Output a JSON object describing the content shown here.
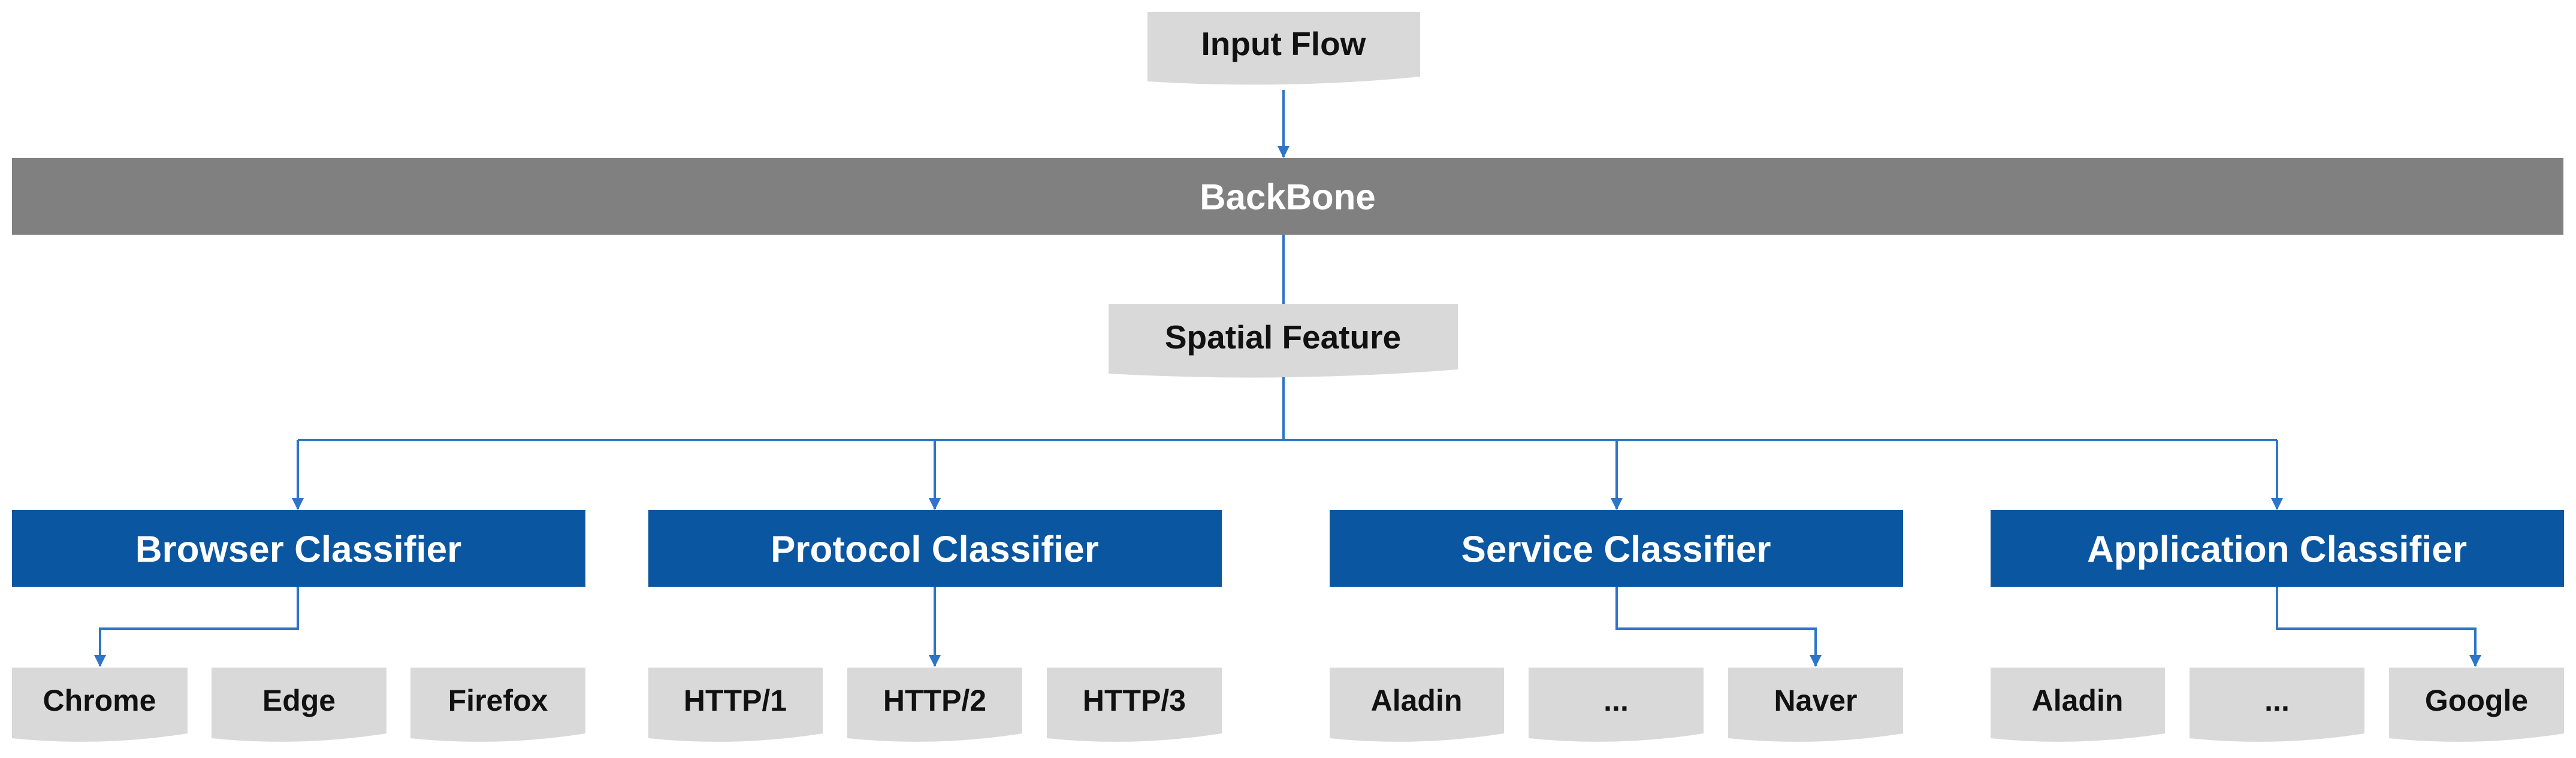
{
  "input": "Input Flow",
  "backbone": "BackBone",
  "feature": "Spatial Feature",
  "classifiers": [
    {
      "label": "Browser Classifier",
      "outputs": [
        "Chrome",
        "Edge",
        "Firefox"
      ]
    },
    {
      "label": "Protocol Classifier",
      "outputs": [
        "HTTP/1",
        "HTTP/2",
        "HTTP/3"
      ]
    },
    {
      "label": "Service Classifier",
      "outputs": [
        "Aladin",
        "...",
        "Naver"
      ]
    },
    {
      "label": "Application Classifier",
      "outputs": [
        "Aladin",
        "...",
        "Google"
      ]
    }
  ],
  "colors": {
    "backbone": "#808080",
    "classifier": "#0b56a0",
    "note": "#d9d9d9",
    "connector": "#2e75c8"
  }
}
